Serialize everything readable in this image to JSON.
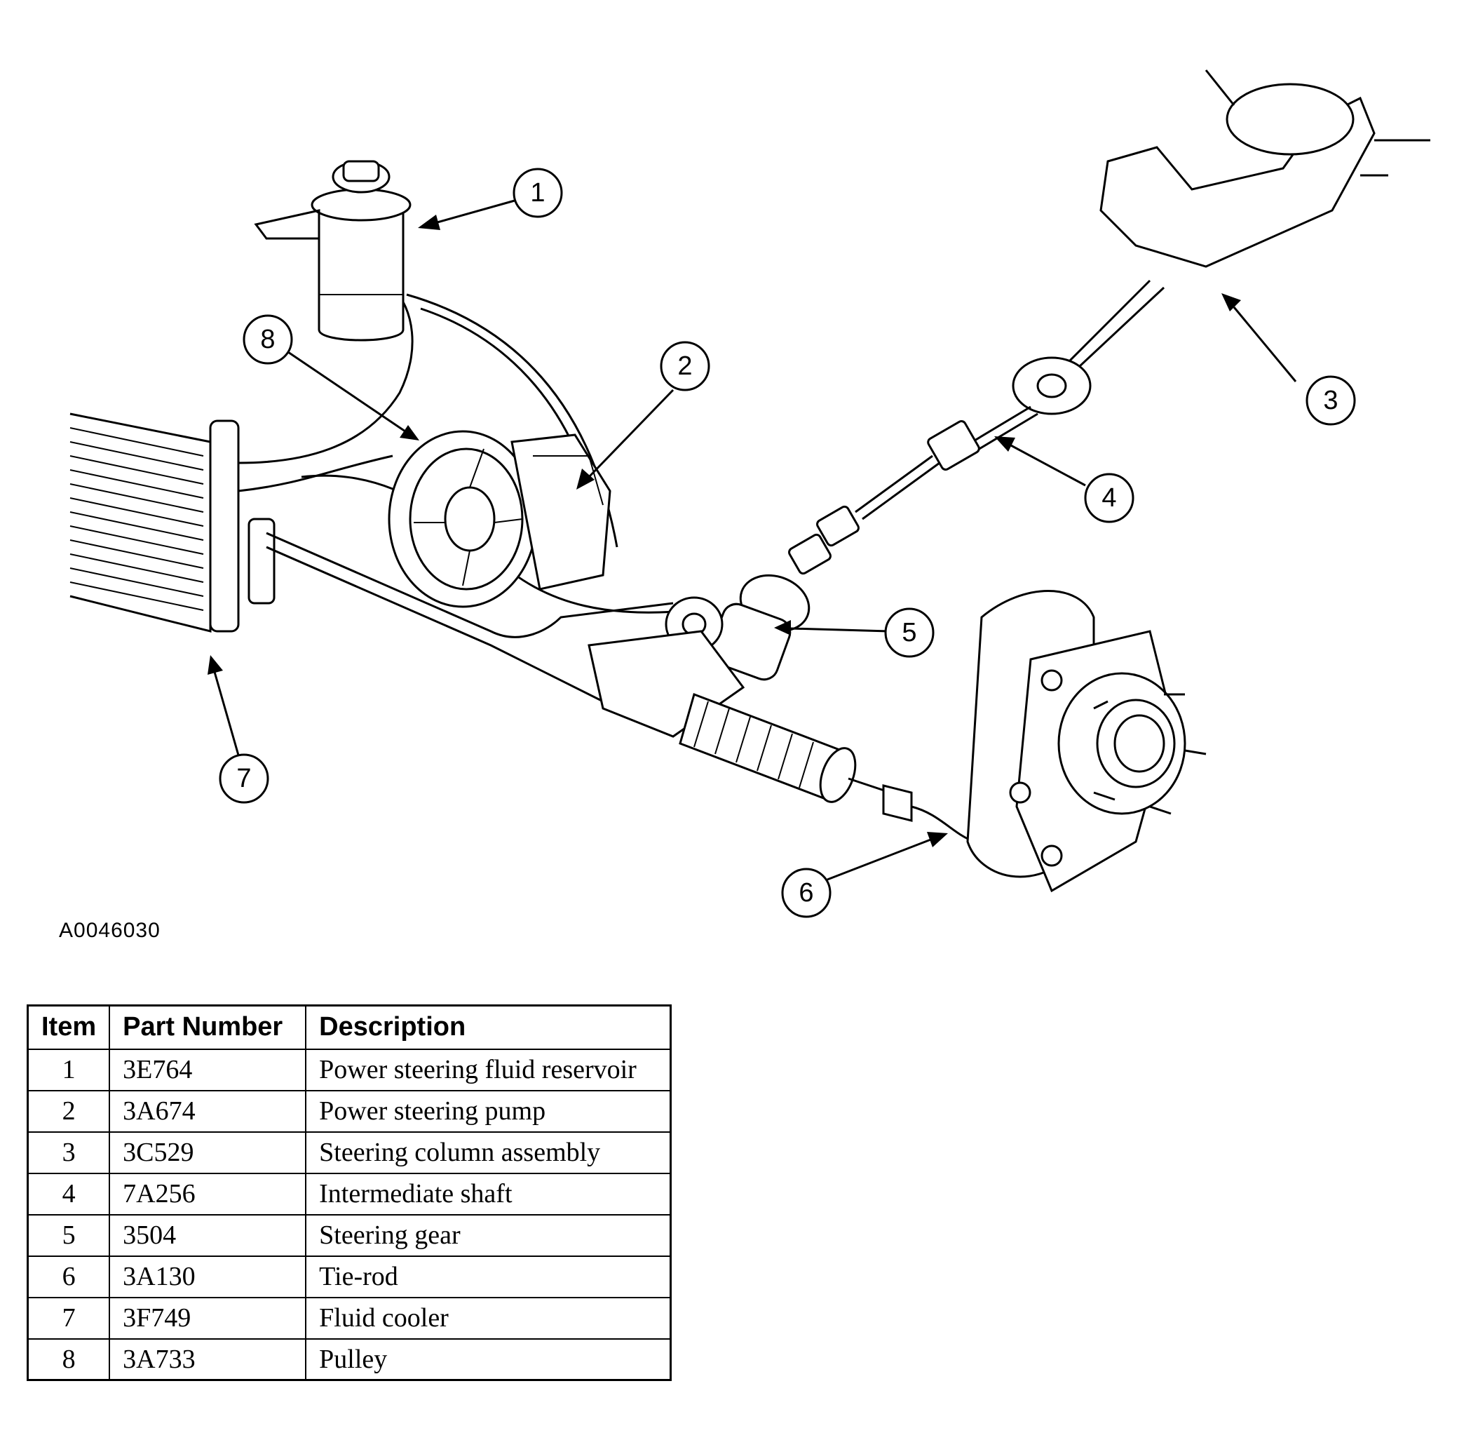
{
  "figure_id": "A0046030",
  "callouts": [
    "1",
    "2",
    "3",
    "4",
    "5",
    "6",
    "7",
    "8"
  ],
  "table": {
    "headers": {
      "item": "Item",
      "part_number": "Part Number",
      "description": "Description"
    },
    "rows": [
      {
        "item": "1",
        "part_number": "3E764",
        "description": "Power steering fluid reservoir"
      },
      {
        "item": "2",
        "part_number": "3A674",
        "description": "Power steering pump"
      },
      {
        "item": "3",
        "part_number": "3C529",
        "description": "Steering column assembly"
      },
      {
        "item": "4",
        "part_number": "7A256",
        "description": "Intermediate shaft"
      },
      {
        "item": "5",
        "part_number": "3504",
        "description": "Steering gear"
      },
      {
        "item": "6",
        "part_number": "3A130",
        "description": "Tie-rod"
      },
      {
        "item": "7",
        "part_number": "3F749",
        "description": "Fluid cooler"
      },
      {
        "item": "8",
        "part_number": "3A733",
        "description": "Pulley"
      }
    ]
  }
}
